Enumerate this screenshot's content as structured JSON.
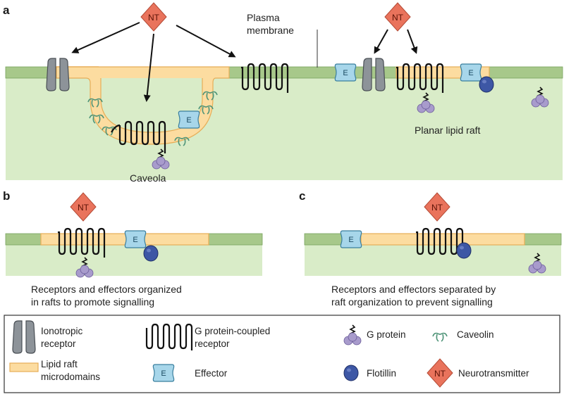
{
  "colors": {
    "membrane_green": "#a7c88a",
    "cytoplasm_green": "#d9ecc8",
    "raft_yellow": "#fcdca0",
    "raft_border": "#e7ad57",
    "nt_fill": "#e9735c",
    "effector_fill": "#a7d6ea",
    "flotillin_fill": "#3d57a5",
    "gprotein_fill": "#a89bcc",
    "caveolin_green": "#4f9478",
    "receptor_gray": "#8d9399"
  },
  "panels": {
    "a": {
      "letter": "a",
      "nt_label": "NT",
      "membrane_label_line1": "Plasma",
      "membrane_label_line2": "membrane",
      "caveola_label": "Caveola",
      "raft_label": "Planar lipid raft",
      "effector_label": "E"
    },
    "b": {
      "letter": "b",
      "nt_label": "NT",
      "effector_label": "E",
      "caption_line1": "Receptors and effectors organized",
      "caption_line2": "in rafts to promote signalling"
    },
    "c": {
      "letter": "c",
      "nt_label": "NT",
      "effector_label": "E",
      "caption_line1": "Receptors and effectors  separated by",
      "caption_line2": "raft organization to prevent signalling"
    }
  },
  "legend": {
    "ionotropic_line1": "Ionotropic",
    "ionotropic_line2": "receptor",
    "gpcr_line1": "G protein-coupled",
    "gpcr_line2": "receptor",
    "gprotein": "G protein",
    "caveolin": "Caveolin",
    "lipid_raft_line1": "Lipid raft",
    "lipid_raft_line2": "microdomains",
    "effector": "Effector",
    "effector_symbol": "E",
    "flotillin": "Flotillin",
    "neurotransmitter": "Neurotransmitter",
    "nt_symbol": "NT"
  }
}
